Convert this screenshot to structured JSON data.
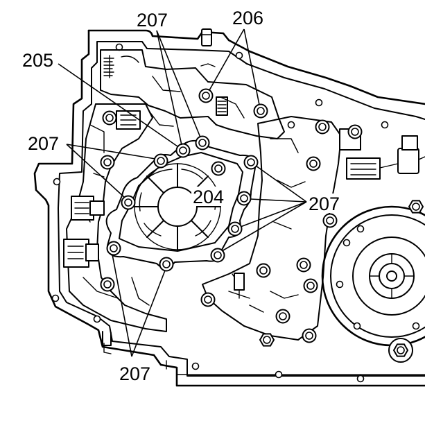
{
  "diagram": {
    "callouts": {
      "top_207": "207",
      "top_206": "206",
      "left_205": "205",
      "left_207": "207",
      "center_204": "204",
      "right_207": "207",
      "bottom_207": "207"
    }
  },
  "colors": {
    "line": "#000000",
    "background": "#ffffff"
  }
}
